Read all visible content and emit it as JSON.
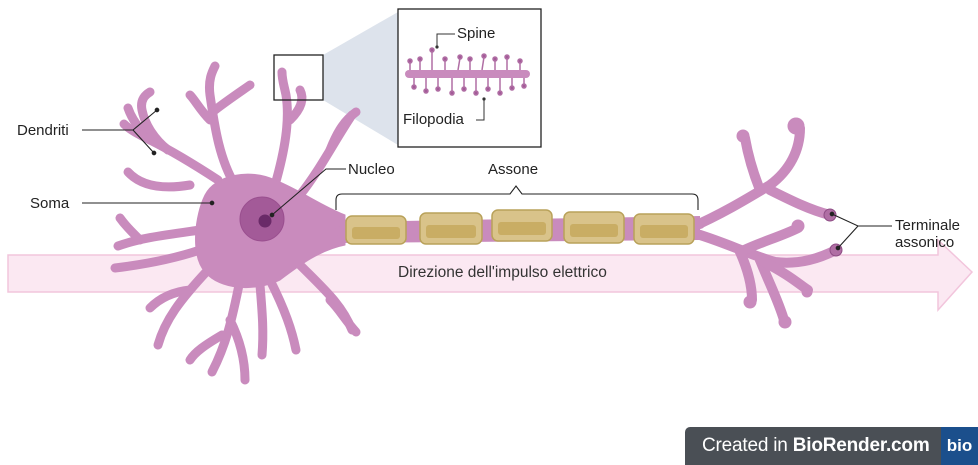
{
  "labels": {
    "dendrites": "Dendriti",
    "soma": "Soma",
    "nucleus": "Nucleo",
    "axon": "Assone",
    "spine": "Spine",
    "filopodia": "Filopodia",
    "terminal_line1": "Terminale",
    "terminal_line2": "assonico",
    "impulse": "Direzione dell'impulso elettrico"
  },
  "badge": {
    "prefix": "Created in ",
    "brand": "BioRender.com",
    "logo": "bio"
  },
  "colors": {
    "neuron": "#c98bbd",
    "neuron_dark": "#b06ea4",
    "nucleus": "#a35a98",
    "nucleolus": "#6a2a68",
    "myelin": "#d9c38a",
    "myelin_edge": "#b9a25a",
    "arrow_fill": "#fbe8f2",
    "arrow_edge": "#f2c5dc",
    "inset_cone": "#dde3ec",
    "badge_bg": "#4a4f55",
    "badge_logo_bg": "#1b4f8c"
  }
}
